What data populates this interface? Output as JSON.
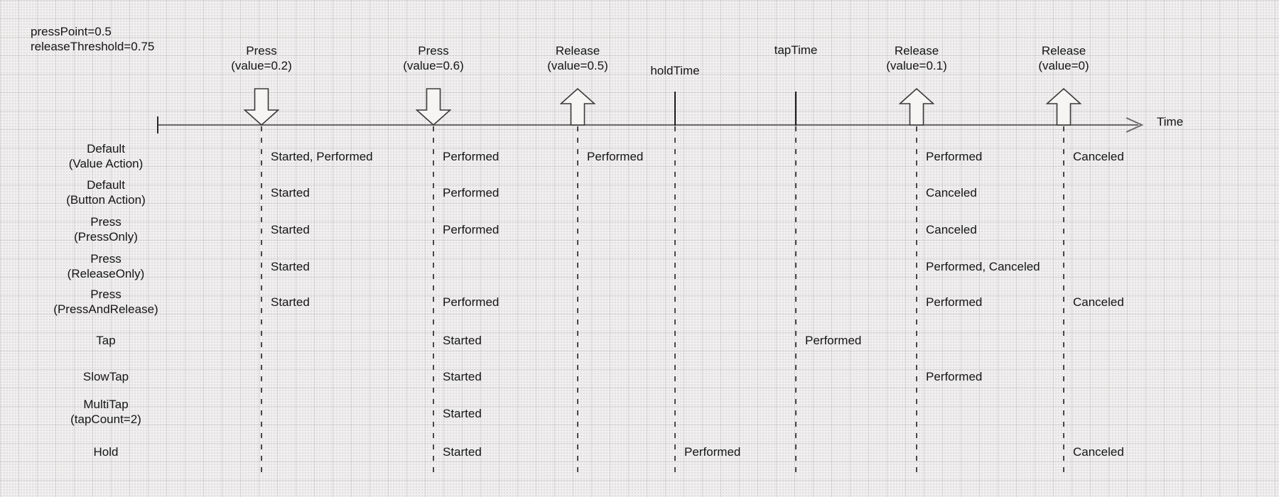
{
  "params": {
    "press_point": "pressPoint=0.5",
    "release_threshold": "releaseThreshold=0.75"
  },
  "timeline": {
    "axis_label": "Time"
  },
  "colors": {
    "text": "#151515",
    "axis_line": "#6b6b6b",
    "guide_dash": "#474747",
    "background": "#f1f0f0"
  },
  "events": {
    "press02": {
      "line1": "Press",
      "line2": "(value=0.2)",
      "marker": "arrow-down"
    },
    "press06": {
      "line1": "Press",
      "line2": "(value=0.6)",
      "marker": "arrow-down"
    },
    "release05": {
      "line1": "Release",
      "line2": "(value=0.5)",
      "marker": "arrow-up"
    },
    "holdTime": {
      "line1": "holdTime",
      "marker": "tick"
    },
    "tapTime": {
      "line1": "tapTime",
      "marker": "tick"
    },
    "release01": {
      "line1": "Release",
      "line2": "(value=0.1)",
      "marker": "arrow-up"
    },
    "release0": {
      "line1": "Release",
      "line2": "(value=0)",
      "marker": "arrow-up"
    }
  },
  "rows": [
    {
      "label1": "Default",
      "label2": "(Value Action)",
      "annotations": {
        "press02": "Started, Performed",
        "press06": "Performed",
        "release05": "Performed",
        "release01": "Performed",
        "release0": "Canceled"
      }
    },
    {
      "label1": "Default",
      "label2": "(Button Action)",
      "annotations": {
        "press02": "Started",
        "press06": "Performed",
        "release01": "Canceled"
      }
    },
    {
      "label1": "Press",
      "label2": "(PressOnly)",
      "annotations": {
        "press02": "Started",
        "press06": "Performed",
        "release01": "Canceled"
      }
    },
    {
      "label1": "Press",
      "label2": "(ReleaseOnly)",
      "annotations": {
        "press02": "Started",
        "release01": "Performed, Canceled"
      }
    },
    {
      "label1": "Press",
      "label2": "(PressAndRelease)",
      "annotations": {
        "press02": "Started",
        "press06": "Performed",
        "release01": "Performed",
        "release0": "Canceled"
      }
    },
    {
      "label1": "Tap",
      "annotations": {
        "press06": "Started",
        "tapTime": "Performed"
      }
    },
    {
      "label1": "SlowTap",
      "annotations": {
        "press06": "Started",
        "release01": "Performed"
      }
    },
    {
      "label1": "MultiTap",
      "label2": "(tapCount=2)",
      "annotations": {
        "press06": "Started"
      }
    },
    {
      "label1": "Hold",
      "annotations": {
        "press06": "Started",
        "holdTime": "Performed",
        "release0": "Canceled"
      }
    }
  ]
}
